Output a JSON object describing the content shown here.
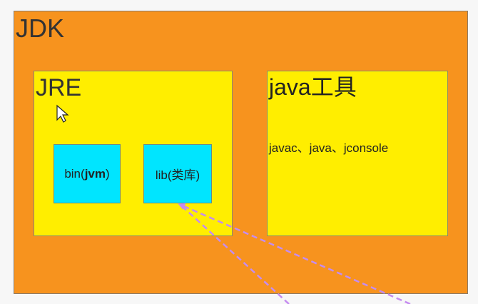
{
  "diagram": {
    "jdk": {
      "label": "JDK",
      "color": "#f7931e"
    },
    "jre": {
      "label": "JRE",
      "color": "#ffee00"
    },
    "tools": {
      "label": "java工具",
      "color": "#ffee00",
      "list": "javac、java、jconsole"
    },
    "bin": {
      "prefix": "bin(",
      "bold": "jvm",
      "suffix": ")",
      "color": "#00e5ff"
    },
    "lib": {
      "label": "lib(类库)",
      "color": "#00e5ff"
    },
    "annotation": {
      "arrow_color": "#c58cf0"
    }
  }
}
